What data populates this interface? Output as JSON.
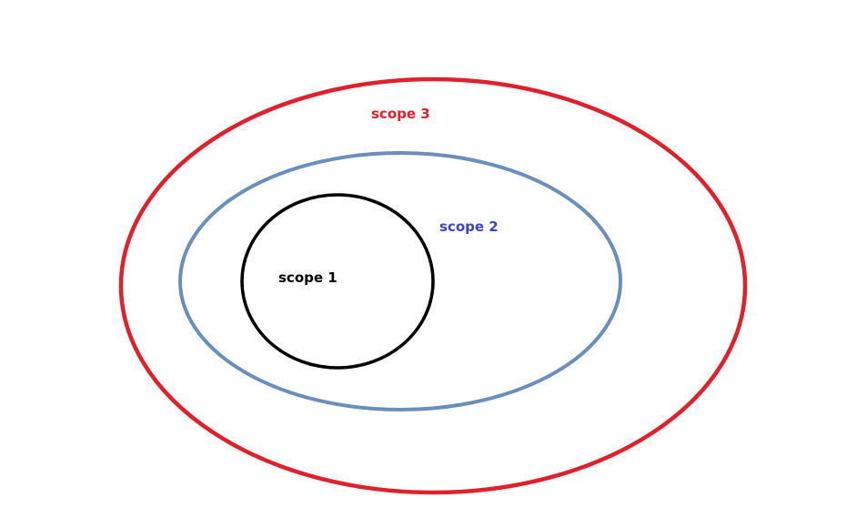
{
  "diagram": {
    "scopes": [
      {
        "label": "scope 3",
        "color": "#e0202a"
      },
      {
        "label": "scope 2",
        "color": "#6b8fbd",
        "label_color": "#3a44c4"
      },
      {
        "label": "scope 1",
        "color": "#000000"
      }
    ]
  }
}
